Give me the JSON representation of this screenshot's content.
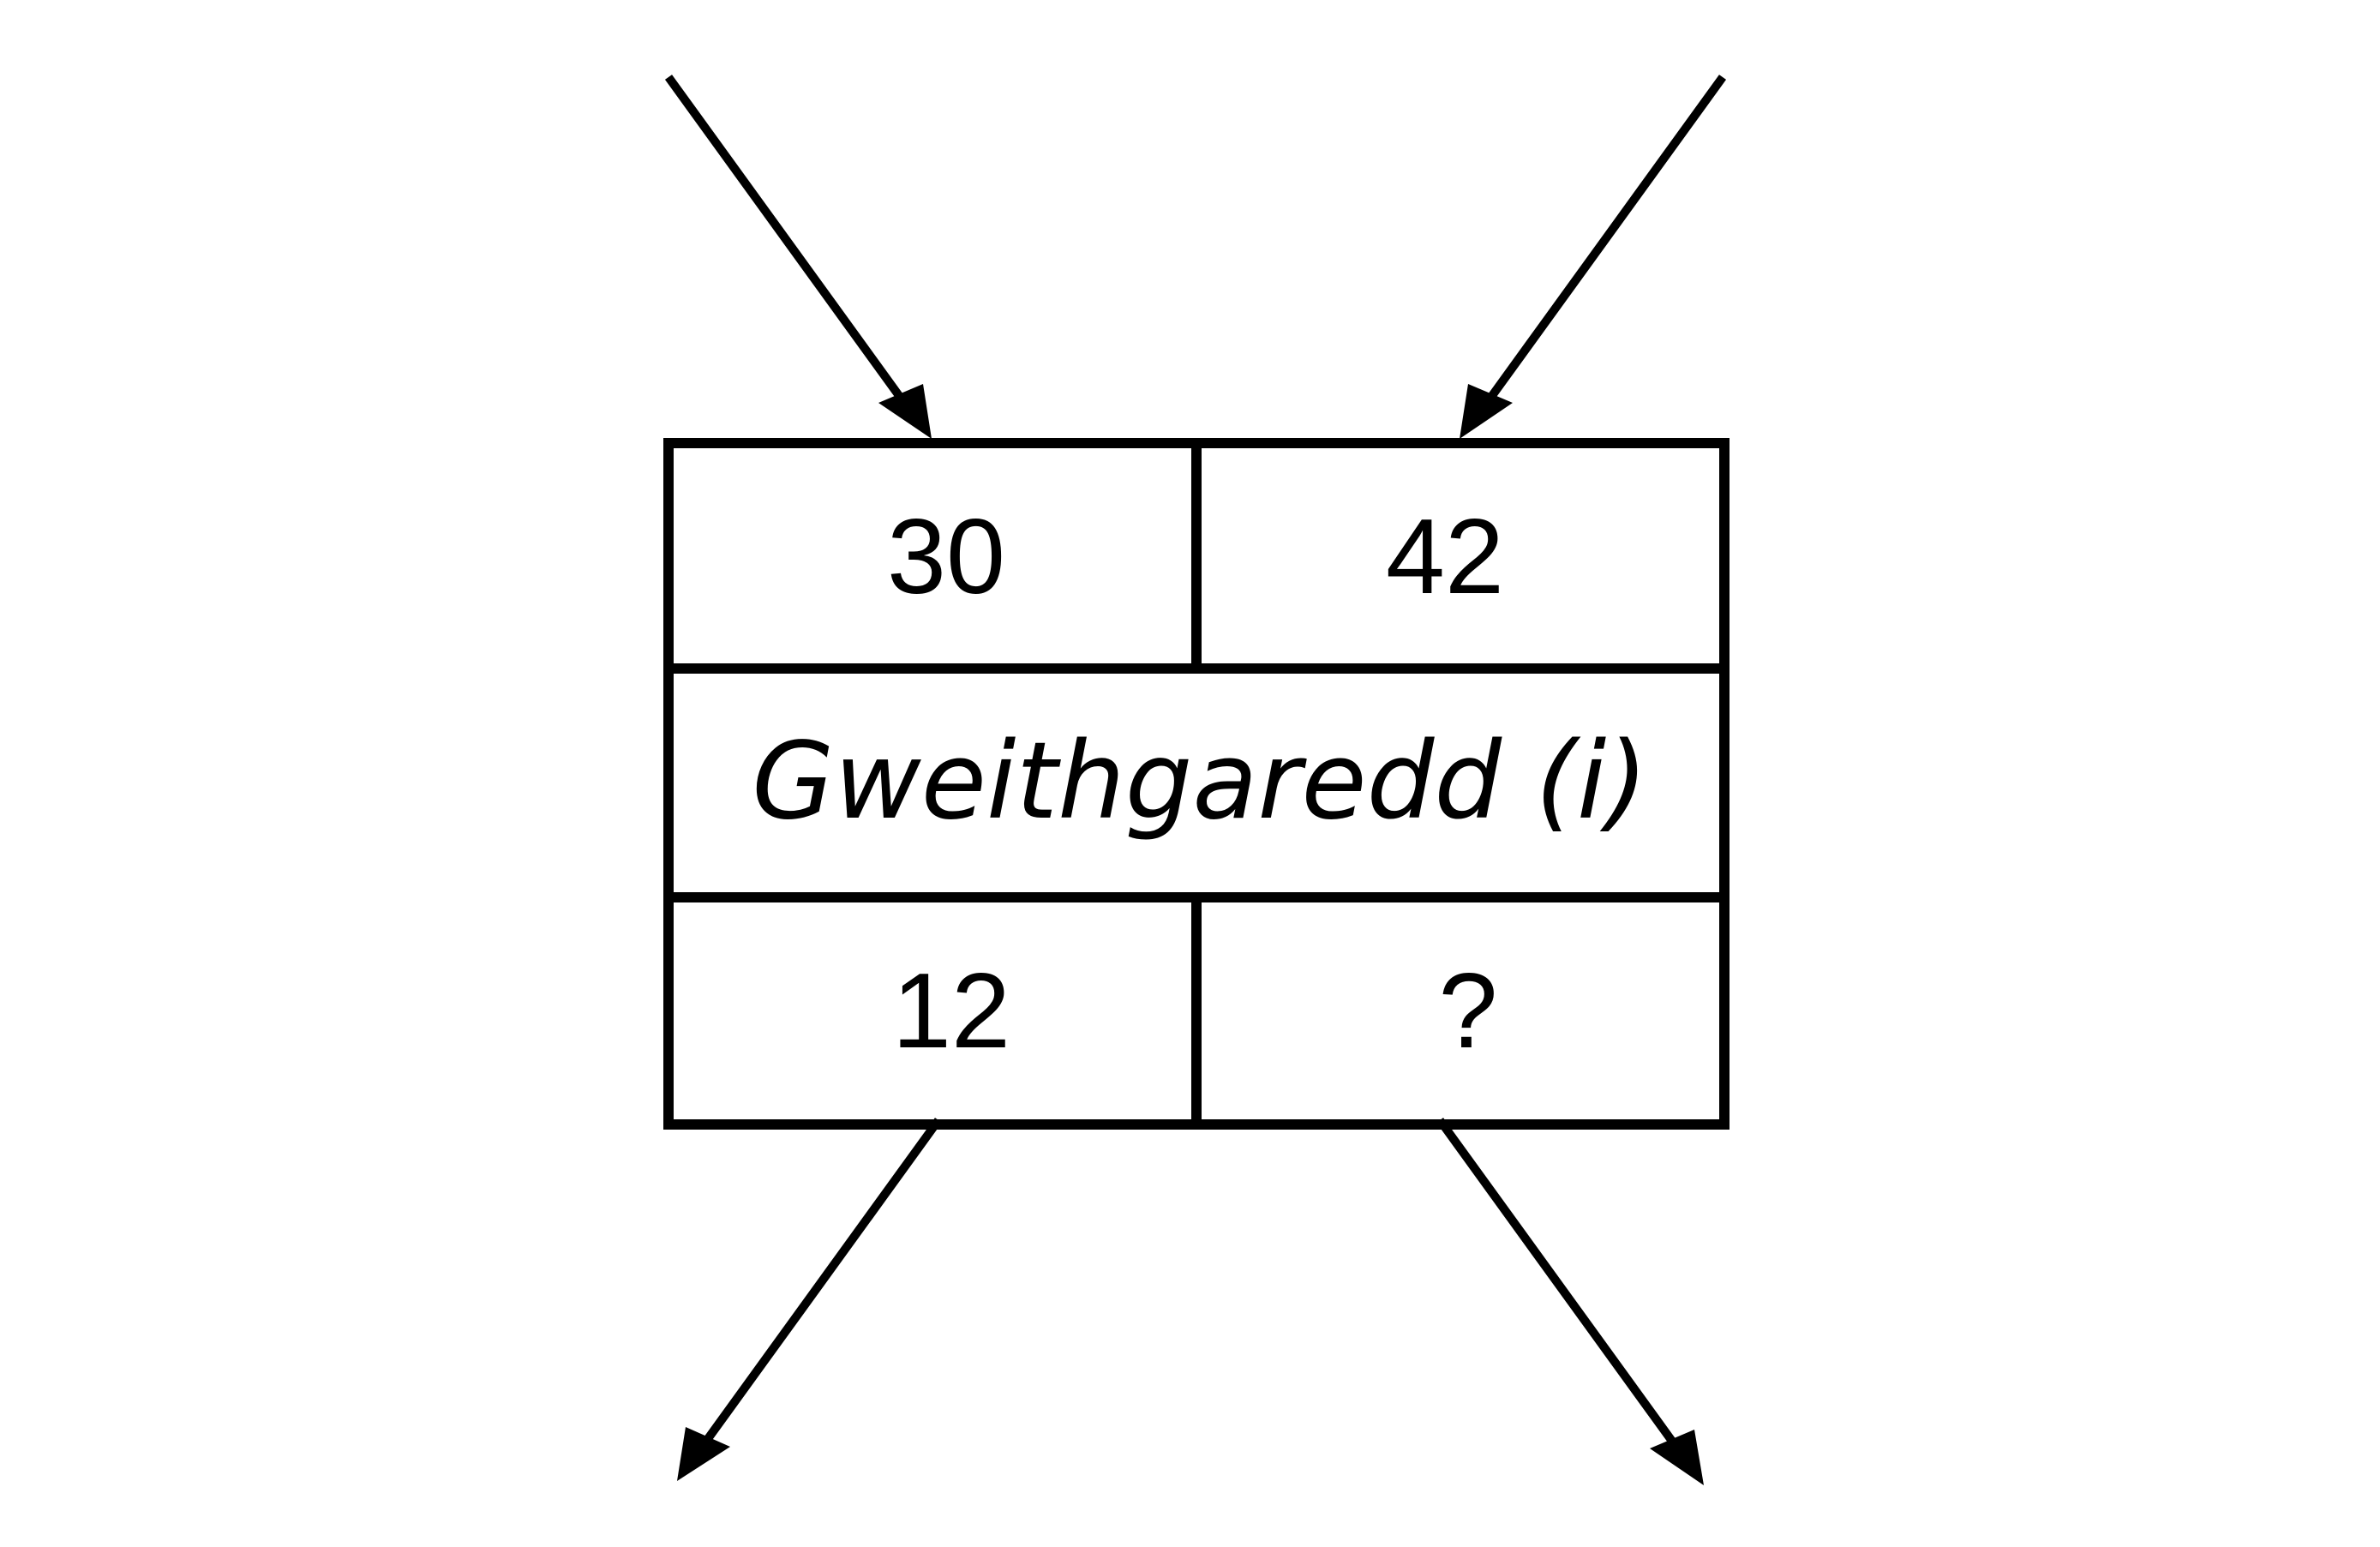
{
  "diagram": {
    "top_left": "30",
    "top_right": "42",
    "function_label": "Gweithgaredd (i)",
    "bottom_left": "12",
    "bottom_right": "?"
  },
  "colors": {
    "stroke": "#000000",
    "background": "#ffffff"
  },
  "icons": {
    "arrow": "arrow-head"
  }
}
